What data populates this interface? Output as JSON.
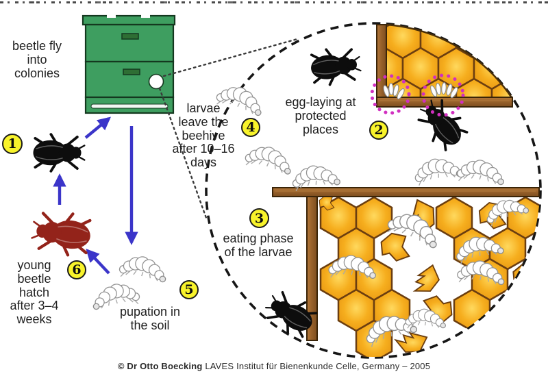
{
  "steps": {
    "s1": {
      "number": "1",
      "lines": [
        "beetle fly",
        "into",
        "colonies"
      ]
    },
    "s2": {
      "number": "2",
      "lines": [
        "egg-laying at",
        "protected",
        "places"
      ]
    },
    "s3": {
      "number": "3",
      "lines": [
        "eating phase",
        "of the larvae"
      ]
    },
    "s4": {
      "number": "4",
      "lines": [
        "larvae",
        "leave the",
        "beehive",
        "after 10–16",
        "days"
      ]
    },
    "s5": {
      "number": "5",
      "lines": [
        "pupation in",
        "the soil"
      ]
    },
    "s6": {
      "number": "6",
      "lines": [
        "young",
        "beetle",
        "hatch",
        "after 3–4",
        "weeks"
      ]
    }
  },
  "copyright": {
    "author": "© Dr Otto Boecking",
    "institute": " LAVES Institut für Bienenkunde Celle, Germany – 2005"
  },
  "colors": {
    "hive_green": "#3E9E60",
    "comb_orange": "#F6AE1E",
    "wood_brown": "#96602A",
    "arrow_blue": "#3B35C9",
    "badge_yellow": "#F8F32B",
    "egg_circle_magenta": "#D12FC0",
    "beetle_black": "#0D0D0D",
    "young_beetle_red": "#93231A"
  }
}
